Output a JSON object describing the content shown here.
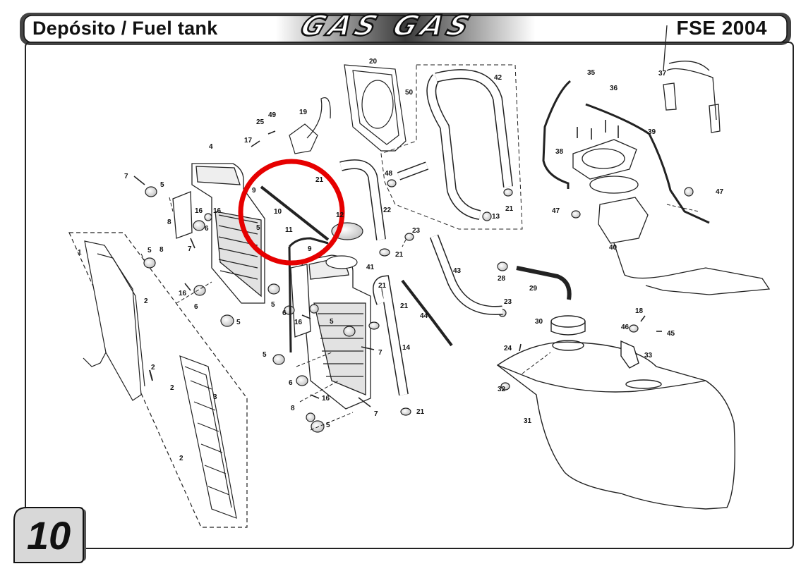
{
  "header": {
    "title": "Depósito / Fuel tank",
    "brand": "GAS GAS",
    "model": "FSE 2004"
  },
  "page_number": "10",
  "highlight": {
    "color": "#e60000"
  },
  "part_labels": [
    "1",
    "2",
    "2",
    "2",
    "2",
    "3",
    "4",
    "5",
    "5",
    "5",
    "5",
    "5",
    "5",
    "5",
    "5",
    "6",
    "6",
    "6",
    "6",
    "7",
    "7",
    "7",
    "7",
    "8",
    "8",
    "8",
    "9",
    "9",
    "10",
    "11",
    "12",
    "13",
    "14",
    "16",
    "16",
    "16",
    "16",
    "16",
    "17",
    "18",
    "19",
    "20",
    "21",
    "21",
    "21",
    "21",
    "21",
    "21",
    "22",
    "23",
    "23",
    "24",
    "25",
    "28",
    "29",
    "30",
    "31",
    "32",
    "33",
    "35",
    "36",
    "37",
    "38",
    "39",
    "40",
    "41",
    "42",
    "43",
    "44",
    "45",
    "46",
    "47",
    "47",
    "48",
    "49",
    "50"
  ]
}
